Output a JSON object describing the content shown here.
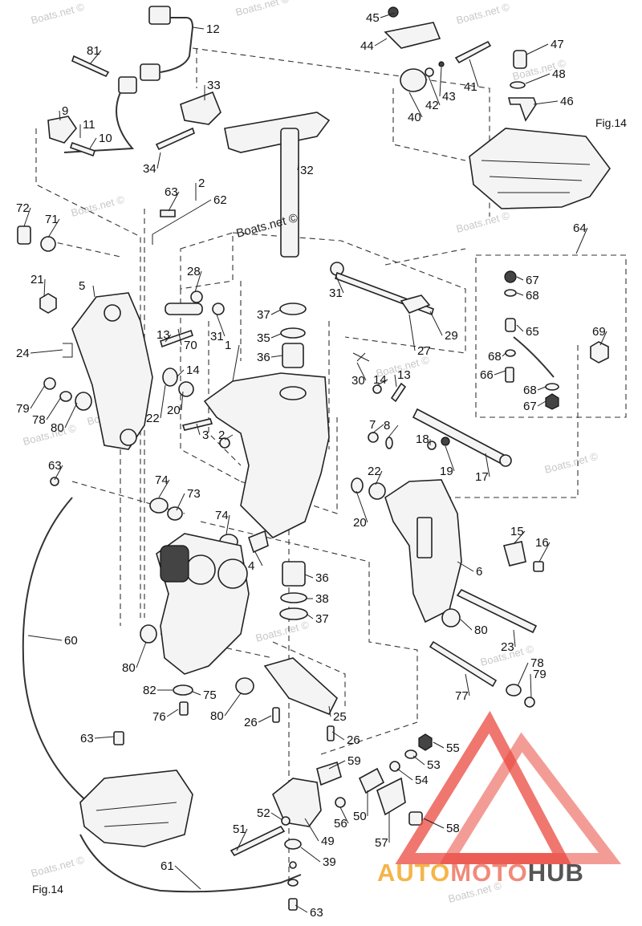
{
  "figure_refs": {
    "top_right": "Fig.14",
    "bottom_left": "Fig.14"
  },
  "watermarks": [
    "Boats.net ©",
    "Boats.net ©",
    "Boats.net ©",
    "Boats.net ©",
    "Boats.net ©",
    "Boats.net ©",
    "Boats.net ©",
    "Boats.net ©",
    "Boats.net ©",
    "Boats.net ©",
    "Boats.net ©",
    "Boats.net ©",
    "Boats.net ©",
    "Boats.net ©"
  ],
  "center_watermark": "Boats.net ©",
  "logo": {
    "part1": "AUTO",
    "part2": "MOTO",
    "part3": "HUB",
    "colors": {
      "auto": "#f5b54a",
      "moto": "#f08a7a",
      "hub": "#555555",
      "triangle": "#e94a3f"
    }
  },
  "callouts": [
    "12",
    "45",
    "44",
    "47",
    "81",
    "33",
    "48",
    "46",
    "9",
    "11",
    "10",
    "43",
    "42",
    "41",
    "40",
    "34",
    "32",
    "63",
    "2",
    "62",
    "72",
    "71",
    "64",
    "28",
    "67",
    "68",
    "21",
    "5",
    "31",
    "37",
    "31",
    "65",
    "69",
    "13",
    "70",
    "35",
    "29",
    "68",
    "24",
    "14",
    "36",
    "27",
    "66",
    "1",
    "30",
    "14",
    "13",
    "68",
    "67",
    "79",
    "78",
    "80",
    "22",
    "20",
    "3",
    "2",
    "7",
    "8",
    "18",
    "19",
    "17",
    "63",
    "74",
    "73",
    "22",
    "20",
    "15",
    "16",
    "74",
    "4",
    "6",
    "36",
    "38",
    "37",
    "60",
    "80",
    "23",
    "80",
    "82",
    "75",
    "80",
    "78",
    "79",
    "76",
    "26",
    "25",
    "77",
    "26",
    "63",
    "55",
    "59",
    "53",
    "54",
    "52",
    "51",
    "56",
    "50",
    "58",
    "49",
    "57",
    "39",
    "61",
    "63"
  ]
}
